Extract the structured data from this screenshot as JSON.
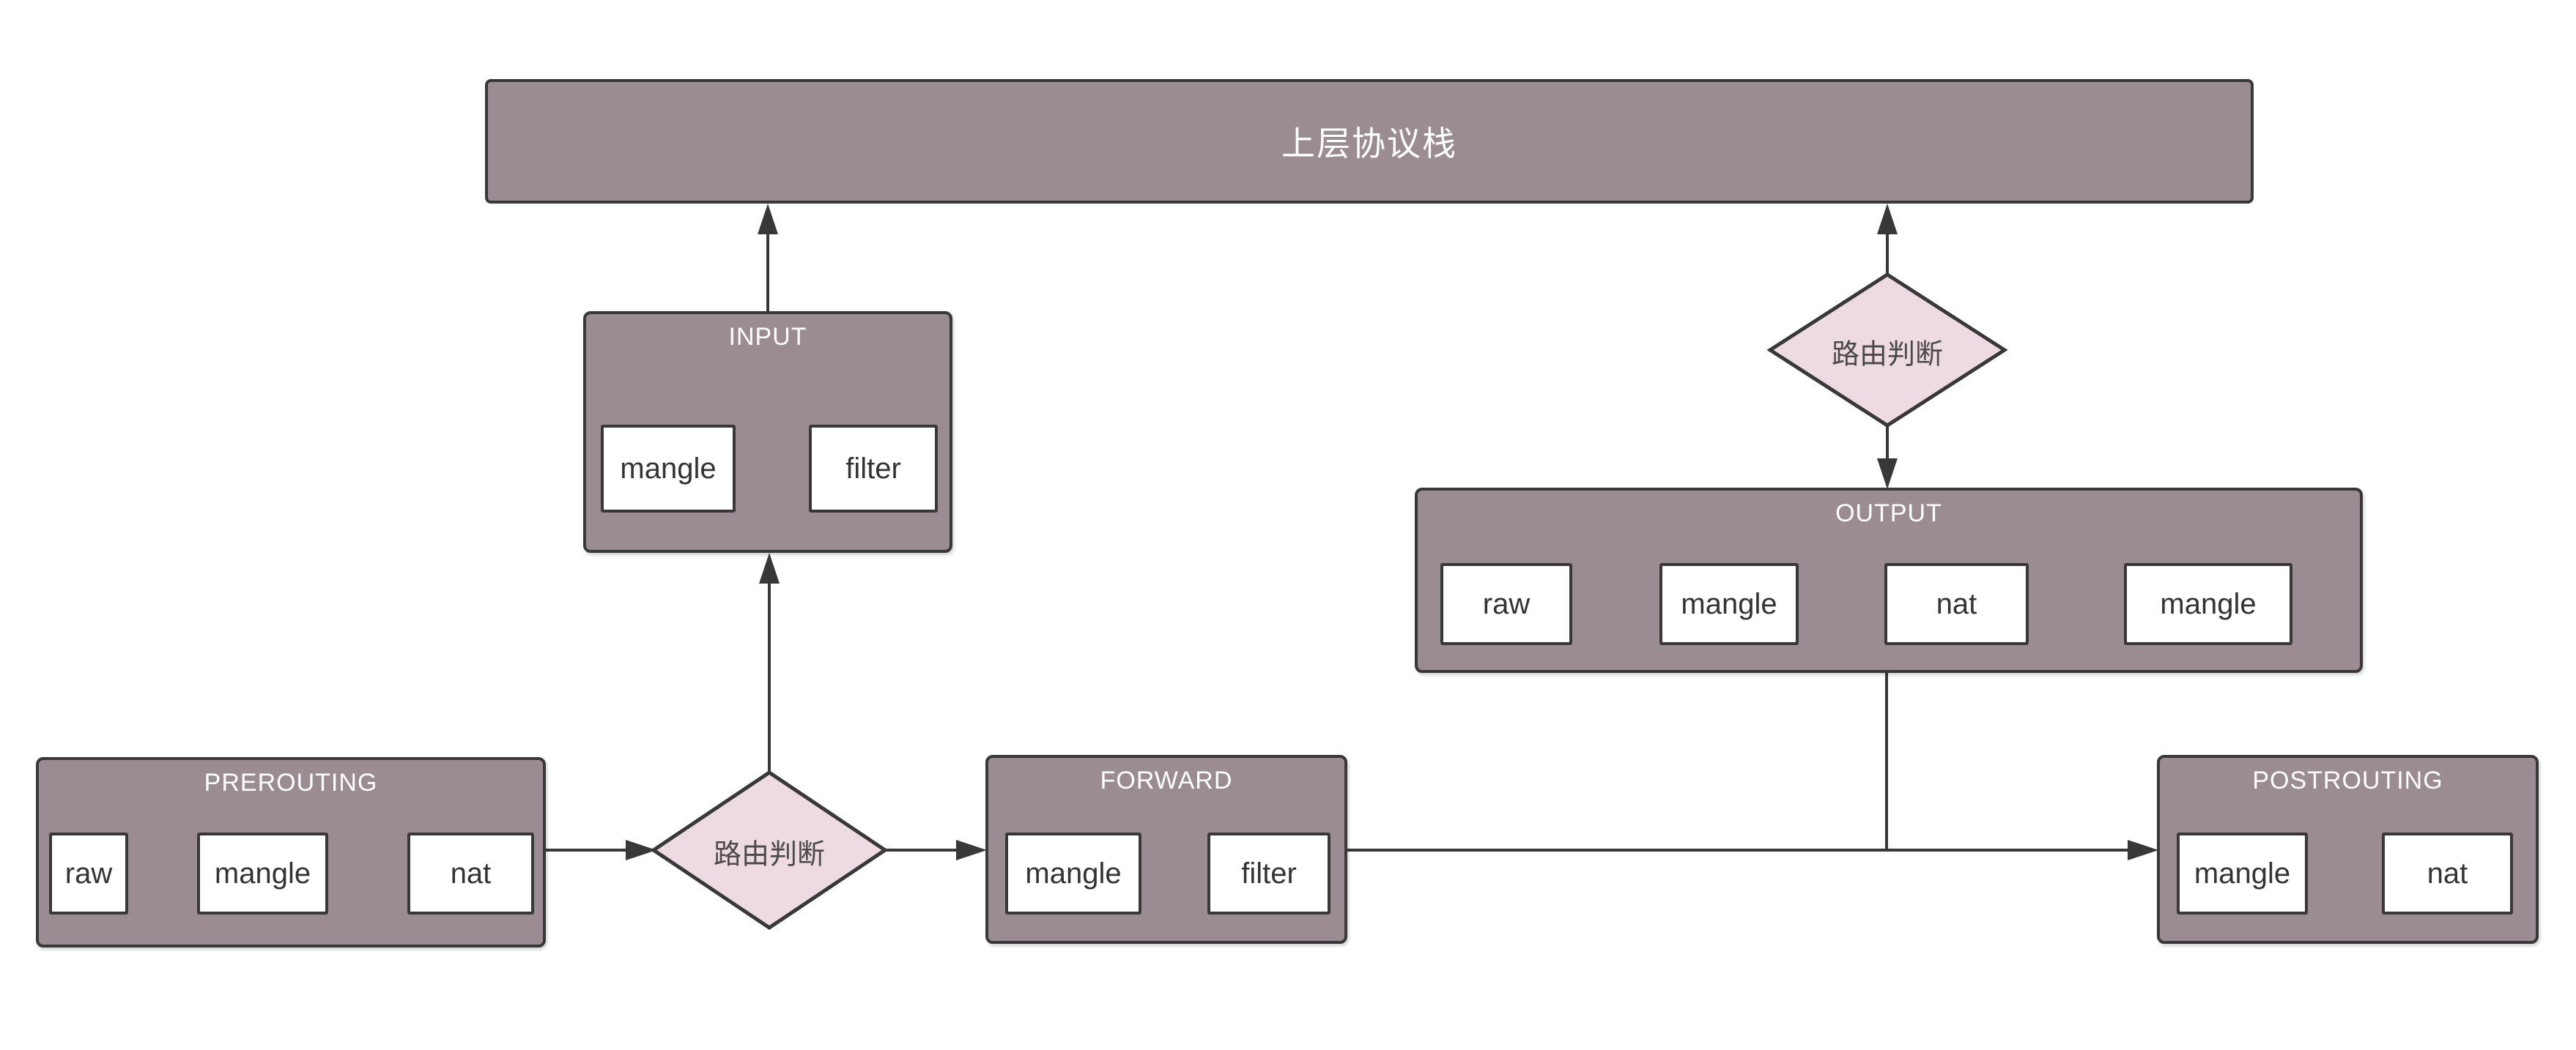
{
  "diagram": {
    "title_bar": "上层协议栈",
    "decision_left": "路由判断",
    "decision_right": "路由判断",
    "chains": {
      "prerouting": {
        "title": "PREROUTING",
        "tables": [
          "raw",
          "mangle",
          "nat"
        ]
      },
      "input": {
        "title": "INPUT",
        "tables": [
          "mangle",
          "filter"
        ]
      },
      "forward": {
        "title": "FORWARD",
        "tables": [
          "mangle",
          "filter"
        ]
      },
      "output": {
        "title": "OUTPUT",
        "tables": [
          "raw",
          "mangle",
          "nat",
          "mangle"
        ]
      },
      "postrouting": {
        "title": "POSTROUTING",
        "tables": [
          "mangle",
          "nat"
        ]
      }
    },
    "colors": {
      "chain_fill": "#9b8c94",
      "decision_fill": "#eedae2",
      "table_fill": "#ffffff",
      "border": "#383838",
      "title_text": "#ffffff",
      "table_text": "#333333"
    }
  }
}
